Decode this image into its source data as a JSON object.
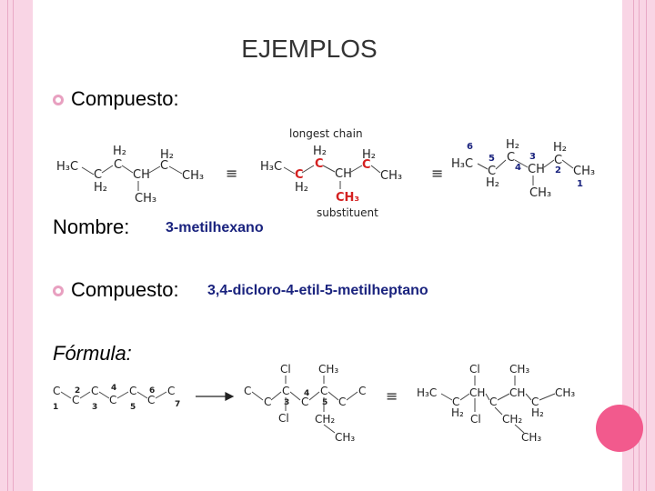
{
  "slide": {
    "title": "EJEMPLOS",
    "bullet1_label": "Compuesto:",
    "nombre_label": "Nombre:",
    "nombre_value": "3-metilhexano",
    "bullet2_label": "Compuesto:",
    "bullet2_value": "3,4-dicloro-4-etil-5-metilheptano",
    "formula_label": "Fórmula:",
    "accent_color": "#f25a8d",
    "answer_color": "#1a237e"
  },
  "diagram1": {
    "equiv": "≡",
    "longest_chain_label": "longest chain",
    "substituent_label": "substituent",
    "h3c": "H₃C",
    "ch3": "CH₃",
    "h2": "H₂",
    "c": "C",
    "ch": "CH",
    "numbers": [
      "6",
      "5",
      "4",
      "3",
      "2",
      "1"
    ]
  },
  "diagram2": {
    "equiv": "≡",
    "cl": "Cl",
    "ch3": "CH₃",
    "ch2": "CH₂",
    "c": "C",
    "ch": "CH",
    "h3c": "H₃C",
    "h2": "H₂",
    "numbers": [
      "1",
      "2",
      "3",
      "4",
      "5",
      "6",
      "7"
    ]
  }
}
